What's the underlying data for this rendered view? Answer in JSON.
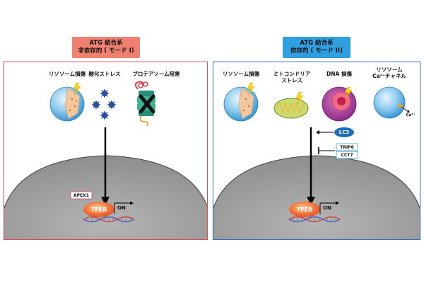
{
  "left": {
    "header_line1": "ATG 結合系",
    "header_line2": "非依存的 ( モード I)",
    "header_color": "#f08070",
    "border_color": "#d9485a",
    "labels": {
      "lysosome_damage": "リソソーム損傷",
      "oxidative_stress": "酸化ストレス",
      "proteasome_inhibition": "プロテアソーム阻害"
    },
    "apex1": "APEX1",
    "tfeb": "TFEB",
    "on": "ON"
  },
  "right": {
    "header_line1": "ATG 結合系",
    "header_line2": "依存的 ( モード II)",
    "header_color": "#2f9fe0",
    "border_color": "#3a64c8",
    "labels": {
      "lysosome_damage": "リソソーム損傷",
      "mito_stress_1": "ミトコンドリア",
      "mito_stress_2": "ストレス",
      "dna_damage": "DNA 損傷",
      "ca_channel_1": "リソソーム",
      "ca_channel_2": "Ca²⁺チャネル"
    },
    "ca_ion": "Ca²⁺",
    "lc3": "LC3",
    "trip6": "TRIP6",
    "cct7": "CCT7",
    "tfeb": "TFEB",
    "on": "ON"
  }
}
